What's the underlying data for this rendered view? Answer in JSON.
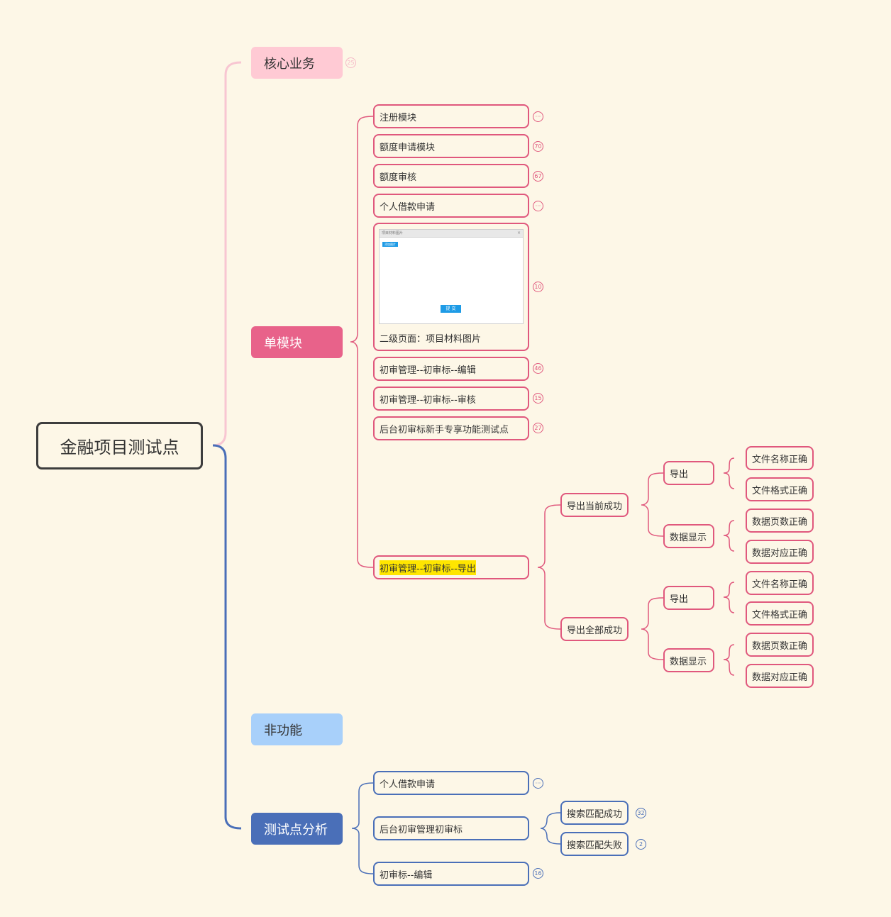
{
  "root": "金融项目测试点",
  "branches": {
    "core": {
      "label": "核心业务",
      "badge": "25"
    },
    "single": {
      "label": "单模块"
    },
    "nonfunc": {
      "label": "非功能"
    },
    "analysis": {
      "label": "测试点分析"
    }
  },
  "single_items": [
    {
      "label": "注册模块",
      "badge": "···"
    },
    {
      "label": "额度申请模块",
      "badge": "70"
    },
    {
      "label": "额度审核",
      "badge": "67"
    },
    {
      "label": "个人借款申请",
      "badge": "···"
    },
    {
      "label": "二级页面：项目材料图片",
      "badge": "10"
    },
    {
      "label": "初审管理--初审标--编辑",
      "badge": "46"
    },
    {
      "label": "初审管理--初审标--审核",
      "badge": "15"
    },
    {
      "label": "后台初审标新手专享功能测试点",
      "badge": "27"
    },
    {
      "label": "初审管理--初审标--导出"
    }
  ],
  "image_thumb": {
    "title": "项目材料图片",
    "close": "×",
    "add_button": "添加图片",
    "submit_button": "提 交"
  },
  "export_tree": {
    "current": {
      "label": "导出当前成功",
      "export": {
        "label": "导出",
        "items": [
          "文件名称正确",
          "文件格式正确"
        ]
      },
      "display": {
        "label": "数据显示",
        "items": [
          "数据页数正确",
          "数据对应正确"
        ]
      }
    },
    "all": {
      "label": "导出全部成功",
      "export": {
        "label": "导出",
        "items": [
          "文件名称正确",
          "文件格式正确"
        ]
      },
      "display": {
        "label": "数据显示",
        "items": [
          "数据页数正确",
          "数据对应正确"
        ]
      }
    }
  },
  "analysis_items": [
    {
      "label": "个人借款申请",
      "badge": "···"
    },
    {
      "label": "后台初审管理初审标"
    },
    {
      "label": "初审标--编辑",
      "badge": "16"
    }
  ],
  "search_results": [
    {
      "label": "搜索匹配成功",
      "badge": "32"
    },
    {
      "label": "搜索匹配失败",
      "badge": "2"
    }
  ],
  "colors": {
    "background": "#fdf7e7",
    "core": "#ffcad4",
    "single": "#e8628a",
    "nonfunc": "#a8d0fa",
    "analysis": "#4a6fb8",
    "pink_border": "#e0587d",
    "highlight": "#ffe600"
  }
}
